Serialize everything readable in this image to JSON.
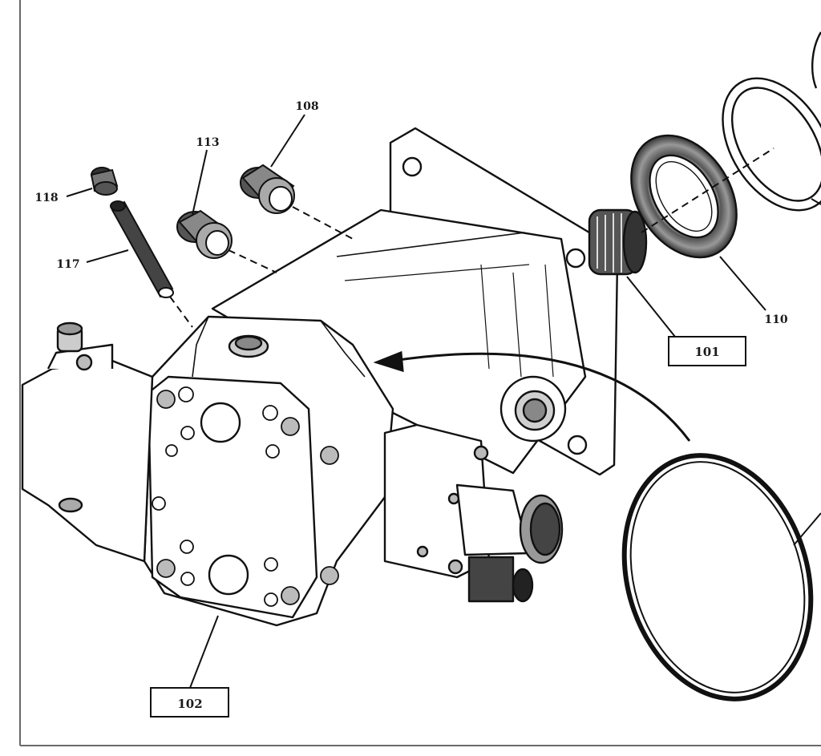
{
  "diagram": {
    "callouts": {
      "c118": "118",
      "c117": "117",
      "c113": "113",
      "c108": "108",
      "c110": "110",
      "c101": "101",
      "c102": "102"
    }
  }
}
